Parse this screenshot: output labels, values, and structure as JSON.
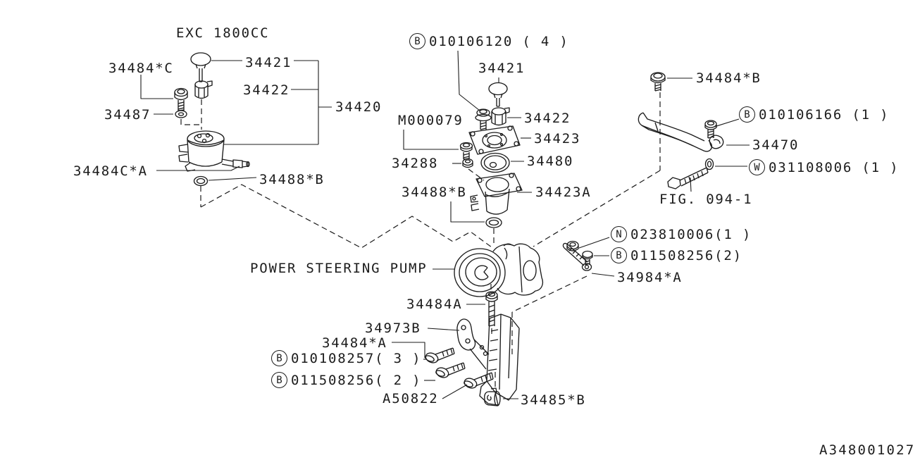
{
  "colors": {
    "ink": "#1c1c1c",
    "background": "#ffffff"
  },
  "title": "EXC 1800CC",
  "doc_number": "A348001027",
  "pump_caption": "POWER STEERING PUMP",
  "figure_ref": "FIG. 094-1",
  "labels": {
    "p34484sC": "34484*C",
    "p34421": "34421",
    "p34422": "34422",
    "p34420": "34420",
    "p34487": "34487",
    "p34484CsA": "34484C*A",
    "p34488sB": "34488*B",
    "pM000079": "M000079",
    "p34423": "34423",
    "p34288": "34288",
    "p34480": "34480",
    "p34423A": "34423A",
    "p34484sB": "34484*B",
    "p34470": "34470",
    "p34984sA": "34984*A",
    "p34484A": "34484A",
    "p34973B": "34973B",
    "p34484sA": "34484*A",
    "pA50822": "A50822",
    "p34485sB": "34485*B"
  },
  "callouts": {
    "b010106120": {
      "letter": "B",
      "text": "010106120 ( 4 )"
    },
    "b010106166": {
      "letter": "B",
      "text": "010106166 (1 )"
    },
    "w031108006": {
      "letter": "W",
      "text": "031108006 (1 )"
    },
    "n023810006": {
      "letter": "N",
      "text": "023810006(1 )"
    },
    "b011508256r": {
      "letter": "B",
      "text": "011508256(2)"
    },
    "b010108257": {
      "letter": "B",
      "text": "010108257( 3 )"
    },
    "b011508256b": {
      "letter": "B",
      "text": "011508256( 2 )"
    }
  }
}
